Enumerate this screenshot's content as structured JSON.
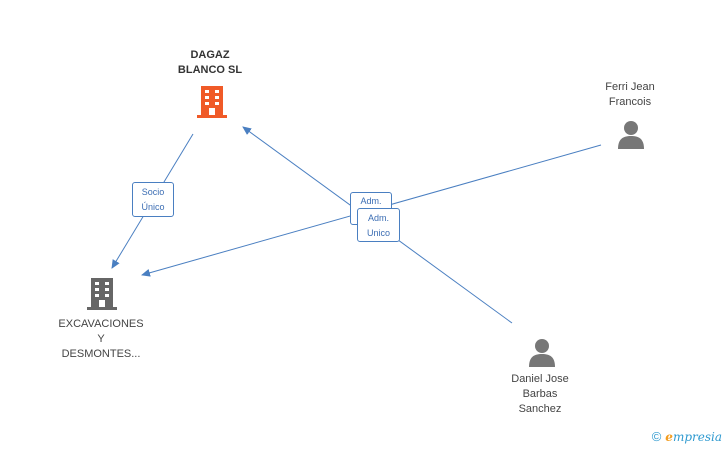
{
  "colors": {
    "edge": "#4a7fc1",
    "highlight_company": "#f05a28",
    "company": "#666666",
    "person": "#777777"
  },
  "nodes": {
    "dagaz": {
      "name": "DAGAZ\nBLANCO SL",
      "icon": "building-icon"
    },
    "excavaciones": {
      "name": "EXCAVACIONES\nY\nDESMONTES...",
      "icon": "building-icon"
    },
    "ferri": {
      "name": "Ferri Jean\nFrancois",
      "icon": "person-icon"
    },
    "daniel": {
      "name": "Daniel Jose\nBarbas\nSanchez",
      "icon": "person-icon"
    }
  },
  "edges": {
    "socio": {
      "label": "Socio\nÚnico"
    },
    "adm1": {
      "label": "Adm."
    },
    "adm2": {
      "label": "Adm.\nUnico"
    }
  },
  "brand": {
    "copyright": "©",
    "e": "e",
    "name": "mpresia"
  }
}
